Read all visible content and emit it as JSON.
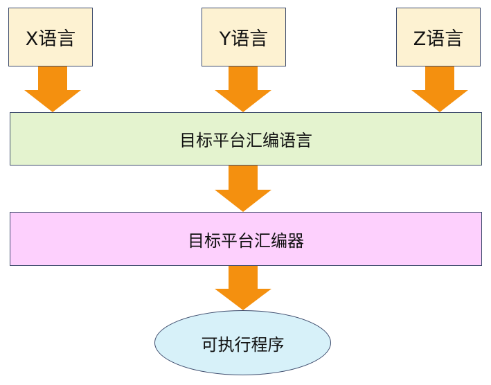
{
  "diagram": {
    "sources": [
      {
        "label": "X语言"
      },
      {
        "label": "Y语言"
      },
      {
        "label": "Z语言"
      }
    ],
    "assembly_language": {
      "label": "目标平台汇编语言"
    },
    "assembler": {
      "label": "目标平台汇编器"
    },
    "executable": {
      "label": "可执行程序"
    }
  },
  "colors": {
    "source_fill": "#fdf2d2",
    "assembly_language_fill": "#e4f3cf",
    "assembler_fill": "#fdd0fd",
    "executable_fill": "#d7f1f9",
    "arrow": "#f4900f",
    "border": "#3c4a6b"
  }
}
